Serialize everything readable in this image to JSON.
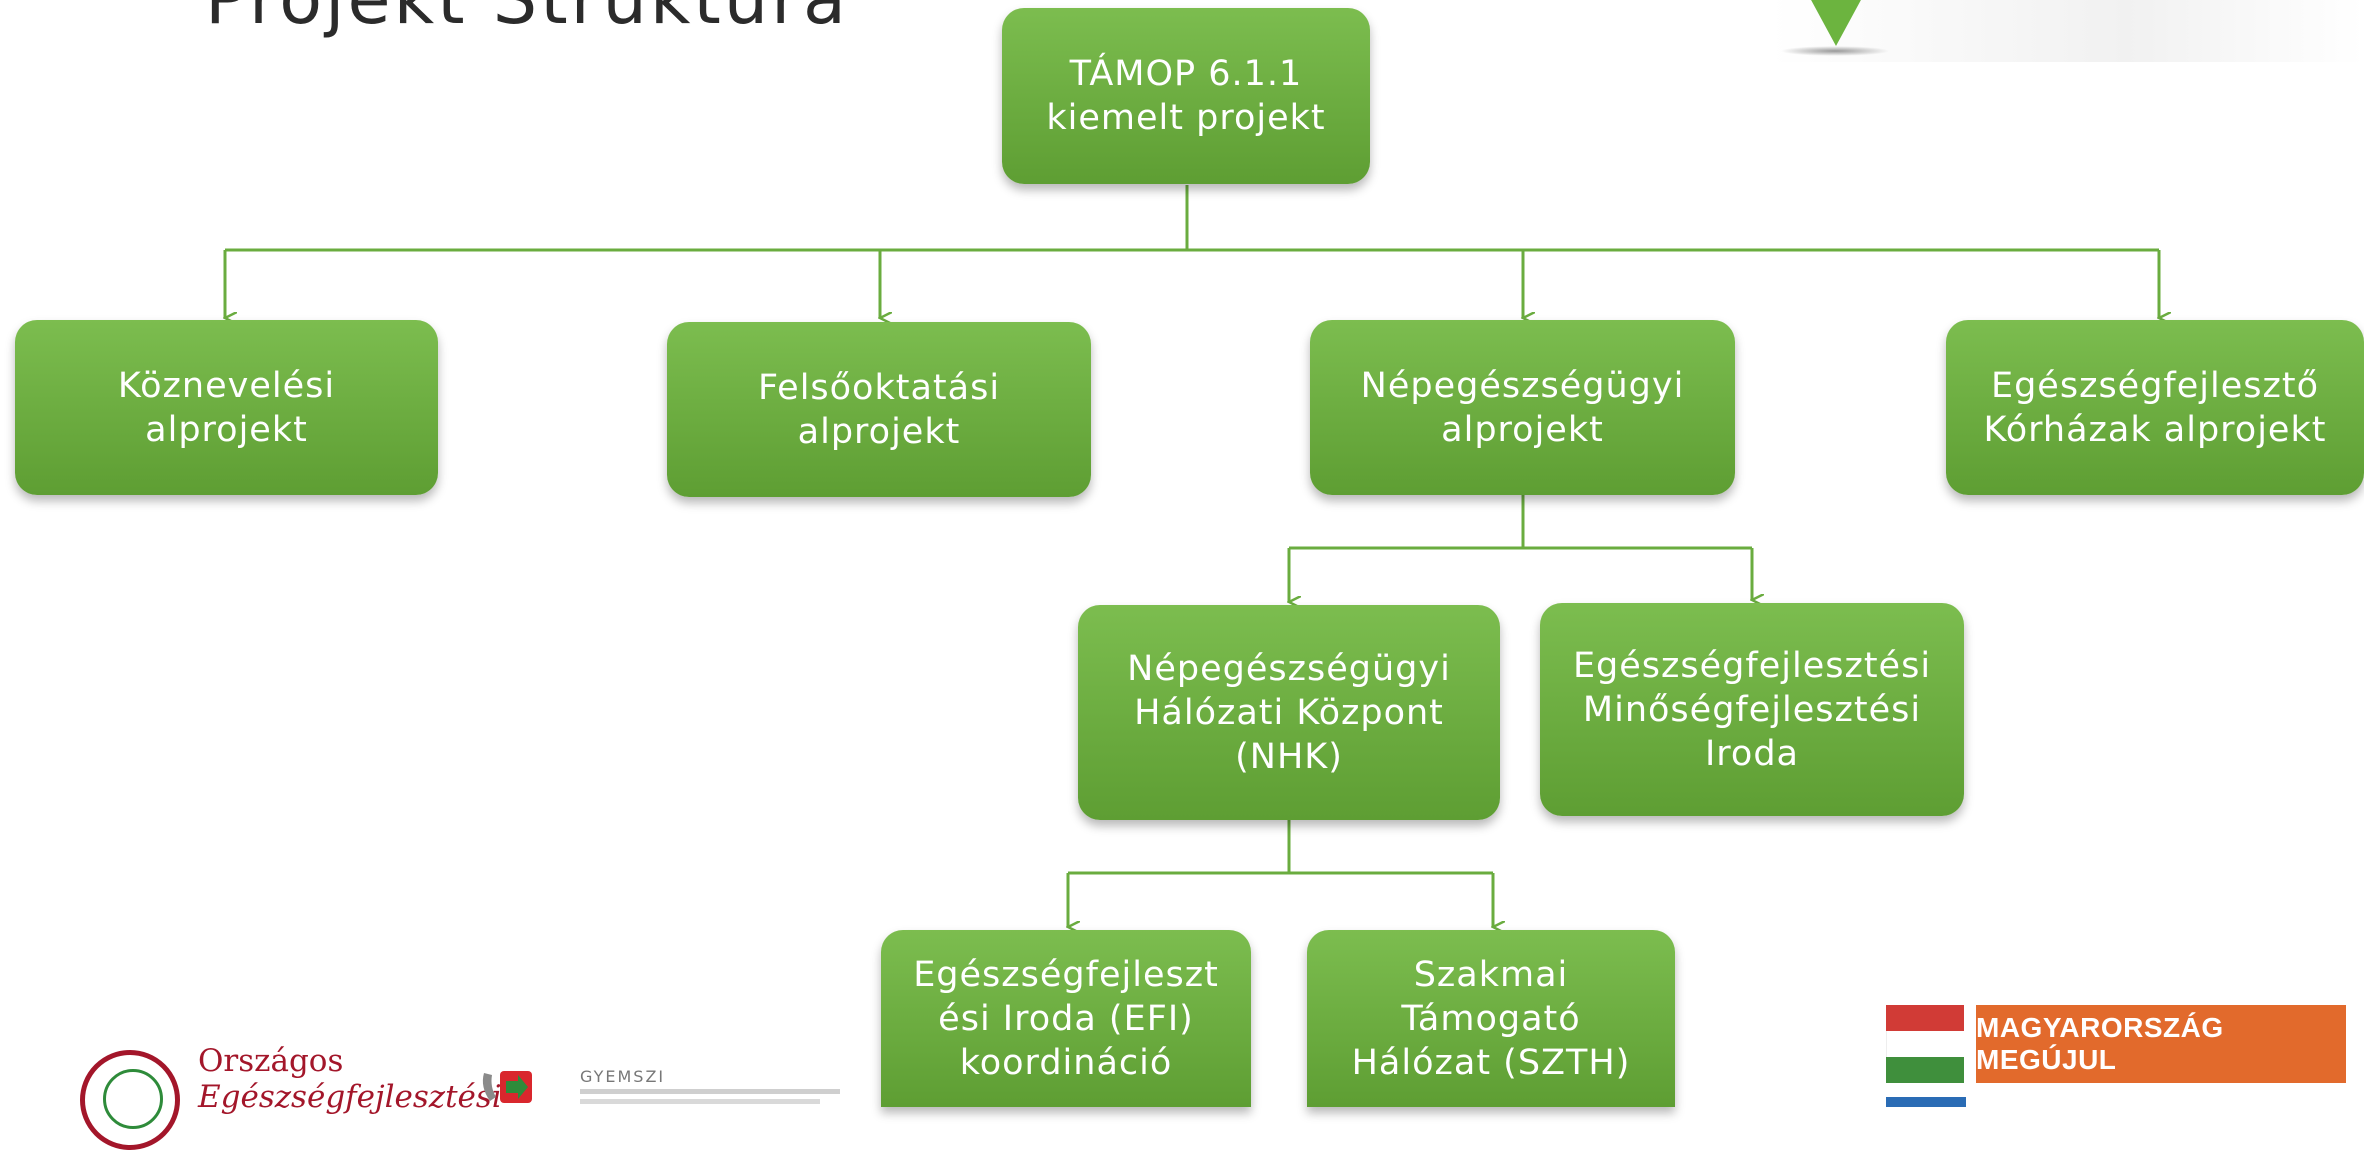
{
  "title": "Projekt Struktúra",
  "colors": {
    "node_fill": "#6aac3f",
    "connector": "#6aac3f",
    "logo_red": "#a3162a",
    "banner_orange": "#e26a2c"
  },
  "nodes": {
    "root": "TÁMOP 6.1.1\nkiemelt projekt",
    "kozneveles": "Köznevelési\nalprojekt",
    "felsooktatas": "Felsőoktatási\nalprojekt",
    "nepegeszseg": "Népegészségügyi\nalprojekt",
    "korhaz": "Egészségfejlesztő\nKórházak alprojekt",
    "nhk": "Népegészségügyi\nHálózati Központ\n(NHK)",
    "minoseg": "Egészségfejlesztési\nMinőségfejlesztési\nIroda",
    "efi": "Egészségfejleszt\nési Iroda (EFI)\nkoordináció",
    "szth": "Szakmai\nTámogató\nHálózat (SZTH)"
  },
  "logos": {
    "oefi_line1": "Országos",
    "oefi_line2": "Egészségfejlesztési",
    "oefi_icon": "oefi-logo-icon",
    "gyemszi_name": "GYEMSZI",
    "gyemszi_icon": "gyemszi-logo-icon",
    "mm_banner": "MAGYARORSZÁG MEGÚJUL",
    "mm_icon": "hungarian-flag-icon"
  },
  "decor": {
    "top_right_icon": "green-down-arrow-icon"
  }
}
